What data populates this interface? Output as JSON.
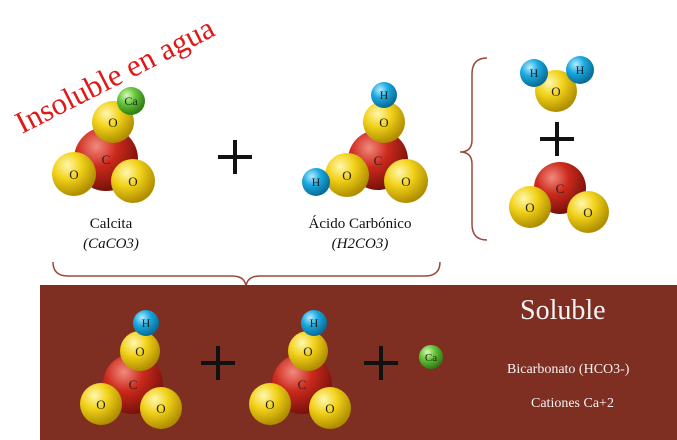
{
  "title_insoluble": "Insoluble en agua",
  "calcite": {
    "name": "Calcita",
    "formula": "(CaCO3)",
    "atoms": {
      "ca": "Ca",
      "o_top": "O",
      "c": "C",
      "o_left": "O",
      "o_right": "O"
    }
  },
  "carbonic": {
    "name": "Ácido Carbónico",
    "formula": "(H2CO3)",
    "atoms": {
      "h_top": "H",
      "o_top": "O",
      "c": "C",
      "h_left": "H",
      "o_left": "O",
      "o_right": "O"
    }
  },
  "water": {
    "atoms": {
      "h1": "H",
      "h2": "H",
      "o": "O"
    }
  },
  "co2": {
    "atoms": {
      "c": "C",
      "o_left": "O",
      "o_right": "O"
    }
  },
  "soluble": {
    "title": "Soluble",
    "bicarbonate": "Bicarbonato (HCO3-)",
    "cations": "Cationes Ca+2",
    "ion": "Ca",
    "molecule1": {
      "h": "H",
      "o_top": "O",
      "c": "C",
      "o_left": "O",
      "o_right": "O"
    },
    "molecule2": {
      "h": "H",
      "o_top": "O",
      "c": "C",
      "o_left": "O",
      "o_right": "O"
    }
  },
  "colors": {
    "oxygen": "#f2d21a",
    "carbon": "#cc2a1c",
    "hydrogen": "#1aa9e0",
    "calcium": "#66c53b",
    "panel": "#7e2f22",
    "title_red": "#e01818"
  }
}
